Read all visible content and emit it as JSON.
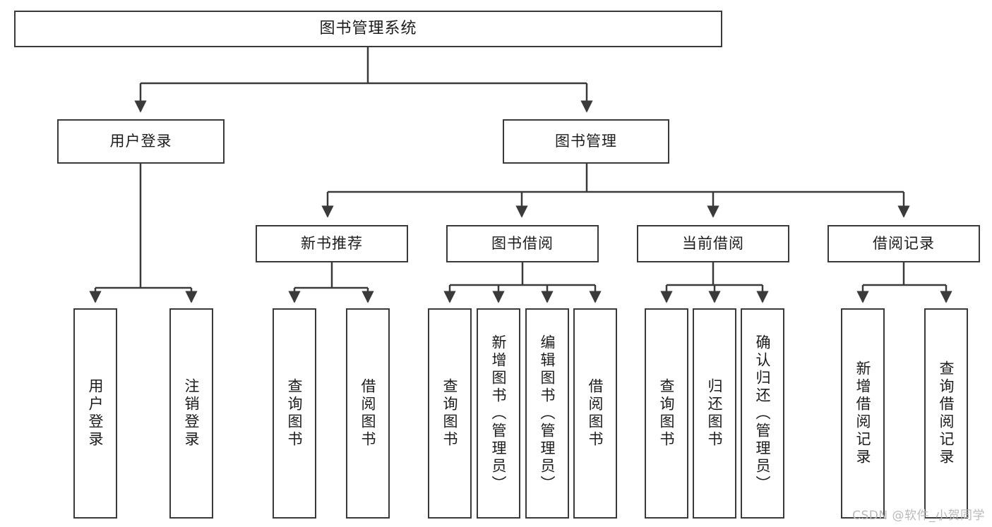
{
  "diagram": {
    "type": "tree-hierarchy-chart",
    "title": "图书管理系统",
    "stroke_color": "#3a3a3a",
    "background_color": "#ffffff",
    "text_color": "#1c1c1c",
    "levels": {
      "root": {
        "label": "图书管理系统"
      },
      "level2": [
        {
          "label": "用户登录"
        },
        {
          "label": "图书管理"
        }
      ],
      "level3": [
        {
          "label": "新书推荐"
        },
        {
          "label": "图书借阅"
        },
        {
          "label": "当前借阅"
        },
        {
          "label": "借阅记录"
        }
      ],
      "leaves": [
        {
          "label": "用户登录",
          "parent": "用户登录"
        },
        {
          "label": "注销登录",
          "parent": "用户登录"
        },
        {
          "label": "查询图书",
          "parent": "新书推荐"
        },
        {
          "label": "借阅图书",
          "parent": "新书推荐"
        },
        {
          "label": "查询图书",
          "parent": "图书借阅"
        },
        {
          "label": "新增图书（管理员）",
          "parent": "图书借阅"
        },
        {
          "label": "编辑图书（管理员）",
          "parent": "图书借阅"
        },
        {
          "label": "借阅图书",
          "parent": "图书借阅"
        },
        {
          "label": "查询图书",
          "parent": "当前借阅"
        },
        {
          "label": "归还图书",
          "parent": "当前借阅"
        },
        {
          "label": "确认归还（管理员）",
          "parent": "当前借阅"
        },
        {
          "label": "新增借阅记录",
          "parent": "借阅记录"
        },
        {
          "label": "查询借阅记录",
          "parent": "借阅记录"
        }
      ]
    }
  },
  "watermark": {
    "text": "CSDN @软件_小贺同学"
  }
}
